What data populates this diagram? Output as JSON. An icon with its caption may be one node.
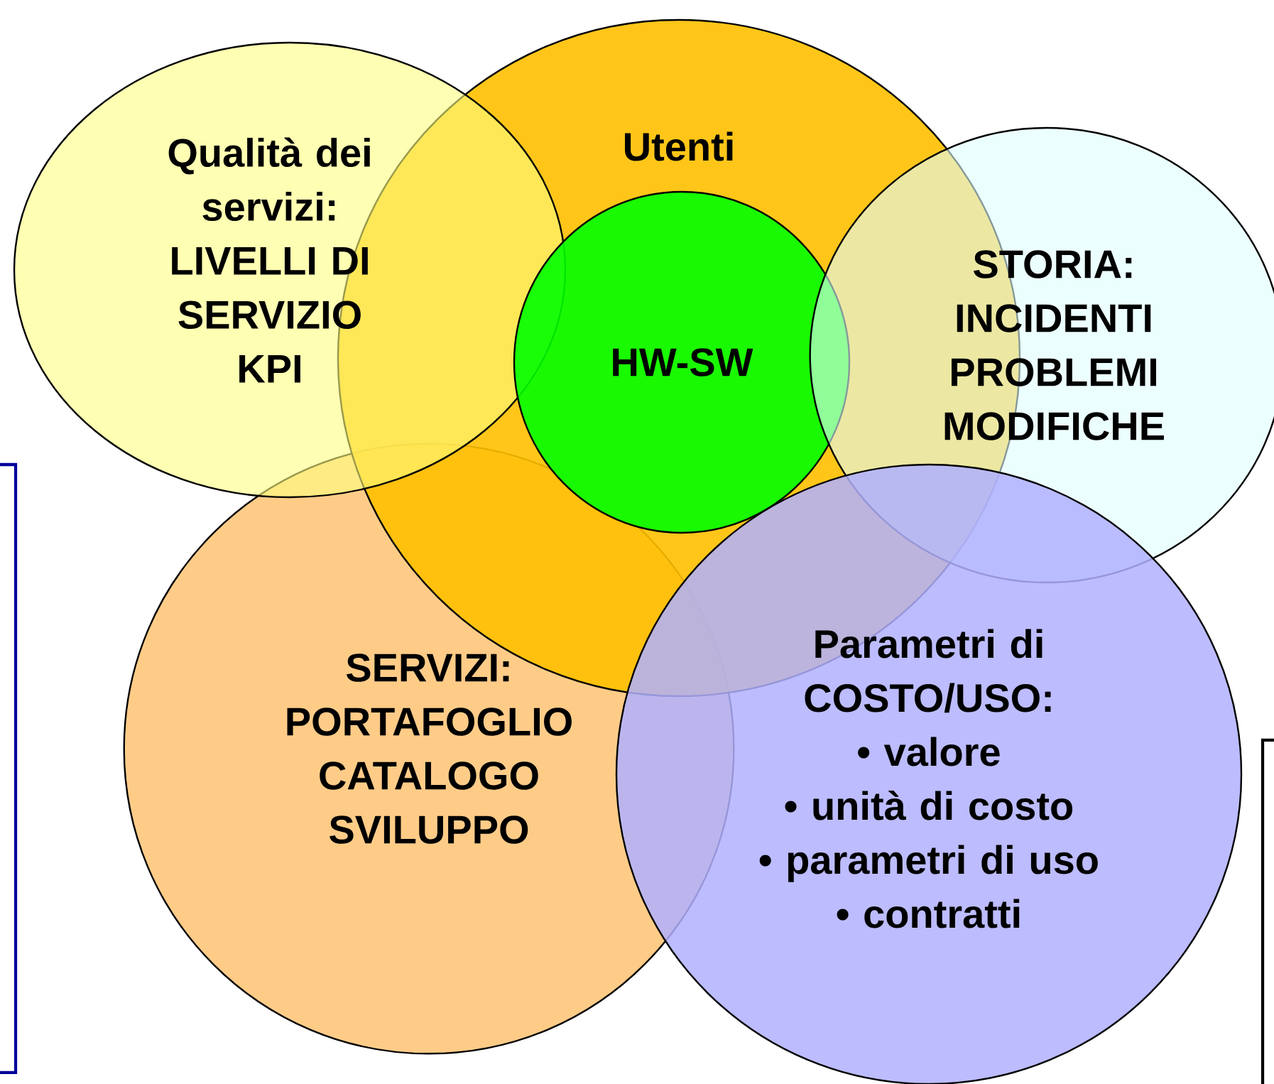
{
  "diagram": {
    "nodes": [
      {
        "text": [
          "Qualità dei servizi:",
          "LIVELLI DI SERVIZIO",
          "KPI"
        ]
      },
      {
        "text": [
          "Utenti"
        ]
      },
      {
        "text": [
          "HW-SW"
        ],
        "in": 1
      },
      {
        "text": [
          "STORIA:",
          "INCIDENTI",
          "PROBLEMI",
          "MODIFICHE"
        ]
      },
      {
        "text": [
          "SERVIZI:",
          "PORTAFOGLIO",
          "CATALOGO",
          "SVILUPPO"
        ]
      },
      {
        "text": [
          "Parametri di COSTO/USO:",
          "• valore",
          "• unità di costo",
          "• parametri di uso",
          "• contratti"
        ]
      }
    ]
  }
}
